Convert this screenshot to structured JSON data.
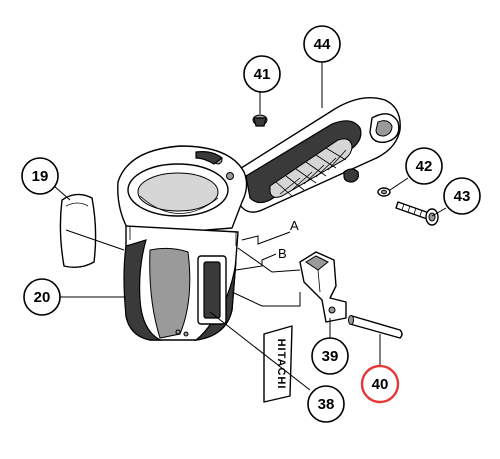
{
  "diagram": {
    "callouts": [
      {
        "id": "19",
        "label": "19",
        "highlight": false
      },
      {
        "id": "20",
        "label": "20",
        "highlight": false
      },
      {
        "id": "38",
        "label": "38",
        "highlight": false
      },
      {
        "id": "39",
        "label": "39",
        "highlight": false
      },
      {
        "id": "40",
        "label": "40",
        "highlight": true
      },
      {
        "id": "41",
        "label": "41",
        "highlight": false
      },
      {
        "id": "42",
        "label": "42",
        "highlight": false
      },
      {
        "id": "43",
        "label": "43",
        "highlight": false
      },
      {
        "id": "44",
        "label": "44",
        "highlight": false
      }
    ],
    "letters": [
      {
        "id": "A",
        "label": "A"
      },
      {
        "id": "B",
        "label": "B"
      }
    ],
    "nameplate": {
      "text": "HITACHI"
    },
    "colors": {
      "highlight": "#e53935",
      "line": "#000000"
    }
  }
}
